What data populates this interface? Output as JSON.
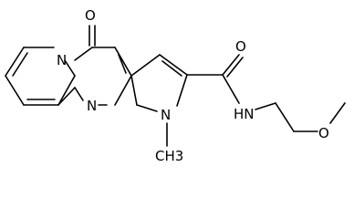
{
  "molecule": {
    "atom_labels": {
      "ketone_oxygen": "O",
      "amide_oxygen": "O",
      "ring_nitrogen_pyridine": "N",
      "ring_nitrogen_pyrimidine": "N",
      "ring_nitrogen_pyrrole": "N",
      "amide_nh": "HN",
      "methoxy_oxygen": "O",
      "n_methyl": "CH3"
    },
    "colors": {
      "bond": "#000000",
      "label": "#000000",
      "background": "#ffffff"
    }
  }
}
